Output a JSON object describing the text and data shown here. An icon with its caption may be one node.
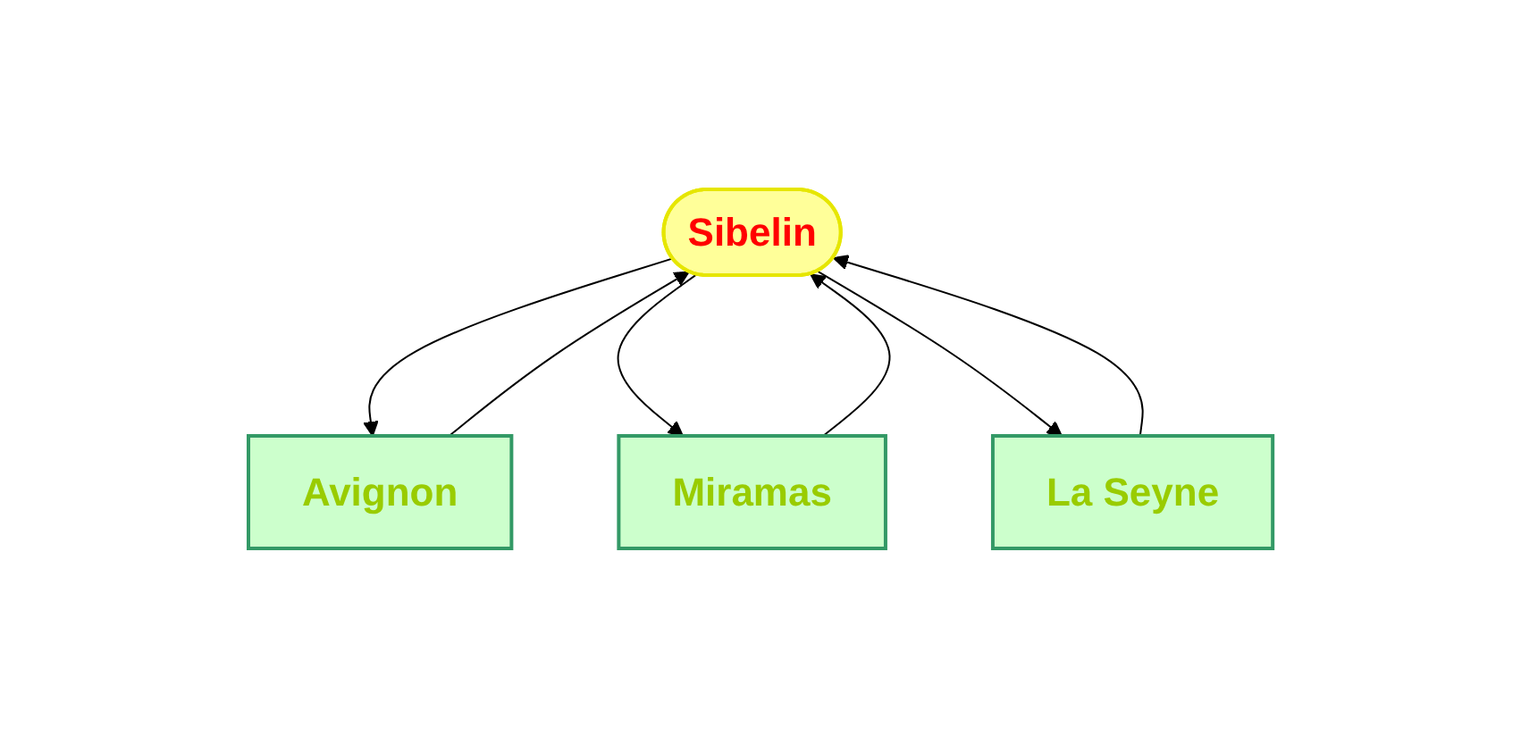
{
  "diagram": {
    "nodes": [
      {
        "text": [
          "Sibelin"
        ]
      },
      {
        "text": [
          "Avignon"
        ]
      },
      {
        "text": [
          "Miramas"
        ]
      },
      {
        "text": [
          "La Seyne"
        ]
      }
    ],
    "edges": [
      {
        "from": 1,
        "to": 0,
        "arrow": "to"
      },
      {
        "from": 0,
        "to": 1,
        "arrow": "to"
      },
      {
        "from": 2,
        "to": 0,
        "arrow": "to"
      },
      {
        "from": 0,
        "to": 2,
        "arrow": "to"
      },
      {
        "from": 3,
        "to": 0,
        "arrow": "to"
      },
      {
        "from": 0,
        "to": 3,
        "arrow": "to"
      }
    ]
  }
}
